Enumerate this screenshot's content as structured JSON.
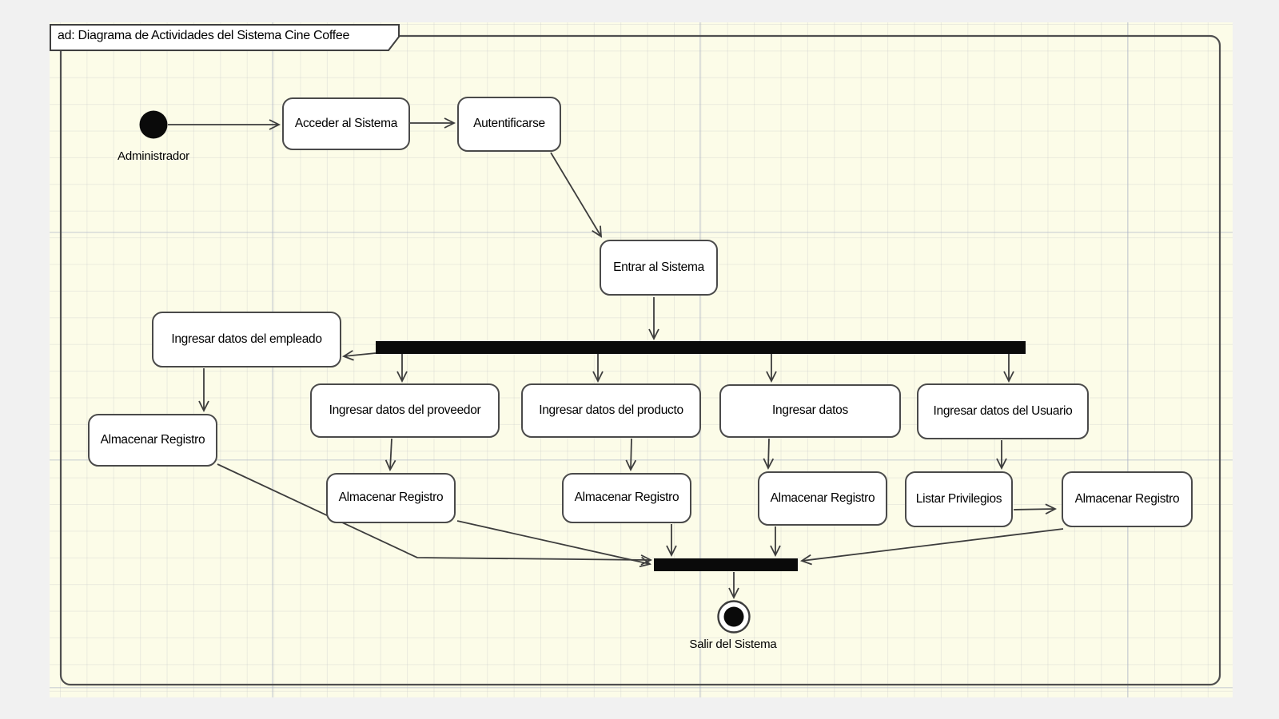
{
  "frame": {
    "title": "ad: Diagrama de Actividades del Sistema Cine Coffee"
  },
  "diagram": {
    "type": "uml-activity-diagram",
    "colors": {
      "surround": "#f1f1f1",
      "canvas": "#fcfce8",
      "node_fill": "#ffffff",
      "node_border": "#4a4a4a",
      "connector": "#3d3d3d",
      "sync_bar": "#0a0a0a",
      "grid_minor": "#e6e6dd",
      "grid_major": "#d6dae6"
    },
    "nodes": {
      "initial": {
        "kind": "initial-node",
        "label": "Administrador"
      },
      "acceder": {
        "kind": "action",
        "label": "Acceder al Sistema"
      },
      "autentificarse": {
        "kind": "action",
        "label": "Autentificarse"
      },
      "entrar": {
        "kind": "action",
        "label": "Entrar al Sistema"
      },
      "empleado": {
        "kind": "action",
        "label": "Ingresar datos del empleado"
      },
      "proveedor": {
        "kind": "action",
        "label": "Ingresar datos del proveedor"
      },
      "producto": {
        "kind": "action",
        "label": "Ingresar datos del producto"
      },
      "datos": {
        "kind": "action",
        "label": "Ingresar datos"
      },
      "usuario": {
        "kind": "action",
        "label": "Ingresar datos del Usuario"
      },
      "alm_empleado": {
        "kind": "action",
        "label": "Almacenar Registro"
      },
      "alm_proveedor": {
        "kind": "action",
        "label": "Almacenar Registro"
      },
      "alm_producto": {
        "kind": "action",
        "label": "Almacenar Registro"
      },
      "alm_datos": {
        "kind": "action",
        "label": "Almacenar Registro"
      },
      "listar": {
        "kind": "action",
        "label": "Listar Privilegios"
      },
      "alm_usuario": {
        "kind": "action",
        "label": "Almacenar Registro"
      },
      "fork": {
        "kind": "fork-bar"
      },
      "join": {
        "kind": "join-bar"
      },
      "final": {
        "kind": "final-node",
        "label": "Salir del Sistema"
      }
    },
    "edges": [
      {
        "from": "initial",
        "to": "acceder"
      },
      {
        "from": "acceder",
        "to": "autentificarse"
      },
      {
        "from": "autentificarse",
        "to": "entrar"
      },
      {
        "from": "entrar",
        "to": "fork"
      },
      {
        "from": "fork",
        "to": "empleado"
      },
      {
        "from": "fork",
        "to": "proveedor"
      },
      {
        "from": "fork",
        "to": "producto"
      },
      {
        "from": "fork",
        "to": "datos"
      },
      {
        "from": "fork",
        "to": "usuario"
      },
      {
        "from": "empleado",
        "to": "alm_empleado"
      },
      {
        "from": "proveedor",
        "to": "alm_proveedor"
      },
      {
        "from": "producto",
        "to": "alm_producto"
      },
      {
        "from": "datos",
        "to": "alm_datos"
      },
      {
        "from": "usuario",
        "to": "listar"
      },
      {
        "from": "listar",
        "to": "alm_usuario"
      },
      {
        "from": "alm_empleado",
        "to": "join"
      },
      {
        "from": "alm_proveedor",
        "to": "join"
      },
      {
        "from": "alm_producto",
        "to": "join"
      },
      {
        "from": "alm_datos",
        "to": "join"
      },
      {
        "from": "alm_usuario",
        "to": "join"
      },
      {
        "from": "join",
        "to": "final"
      }
    ]
  }
}
